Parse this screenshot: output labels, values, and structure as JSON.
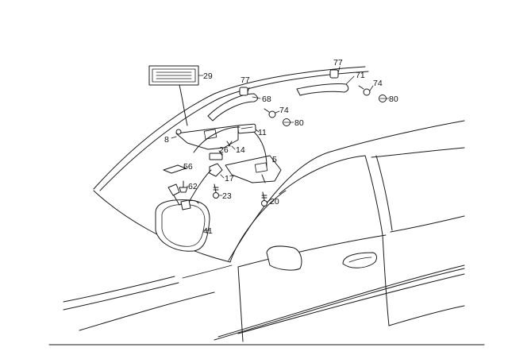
{
  "diagram": {
    "callouts": {
      "c29": "29",
      "c77a": "77",
      "c77b": "77",
      "c68": "68",
      "c71": "71",
      "c74a": "74",
      "c74b": "74",
      "c80a": "80",
      "c80b": "80",
      "c8": "8",
      "c11": "11",
      "c26": "26",
      "c14": "14",
      "c5": "5",
      "c56": "56",
      "c17": "17",
      "c62": "62",
      "c23": "23",
      "c20": "20",
      "c41": "41"
    }
  }
}
